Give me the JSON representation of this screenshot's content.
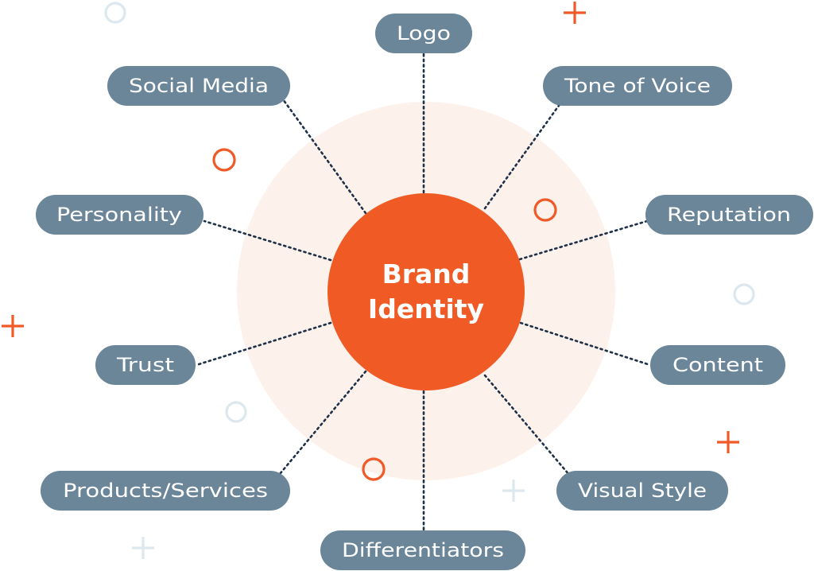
{
  "hub": {
    "line1": "Brand",
    "line2": "Identity"
  },
  "nodes": [
    {
      "id": "logo",
      "label": "Logo"
    },
    {
      "id": "social-media",
      "label": "Social Media"
    },
    {
      "id": "tone-of-voice",
      "label": "Tone of Voice"
    },
    {
      "id": "personality",
      "label": "Personality"
    },
    {
      "id": "reputation",
      "label": "Reputation"
    },
    {
      "id": "trust",
      "label": "Trust"
    },
    {
      "id": "content",
      "label": "Content"
    },
    {
      "id": "products-services",
      "label": "Products/Services"
    },
    {
      "id": "visual-style",
      "label": "Visual Style"
    },
    {
      "id": "differentiators",
      "label": "Differentiators"
    }
  ],
  "colors": {
    "hub": "#f05a24",
    "halo": "#fdf1ec",
    "pill": "#6b8599",
    "connector": "#1e3148",
    "accent_orange": "#ef5a28",
    "accent_pale": "#dde7ee"
  }
}
